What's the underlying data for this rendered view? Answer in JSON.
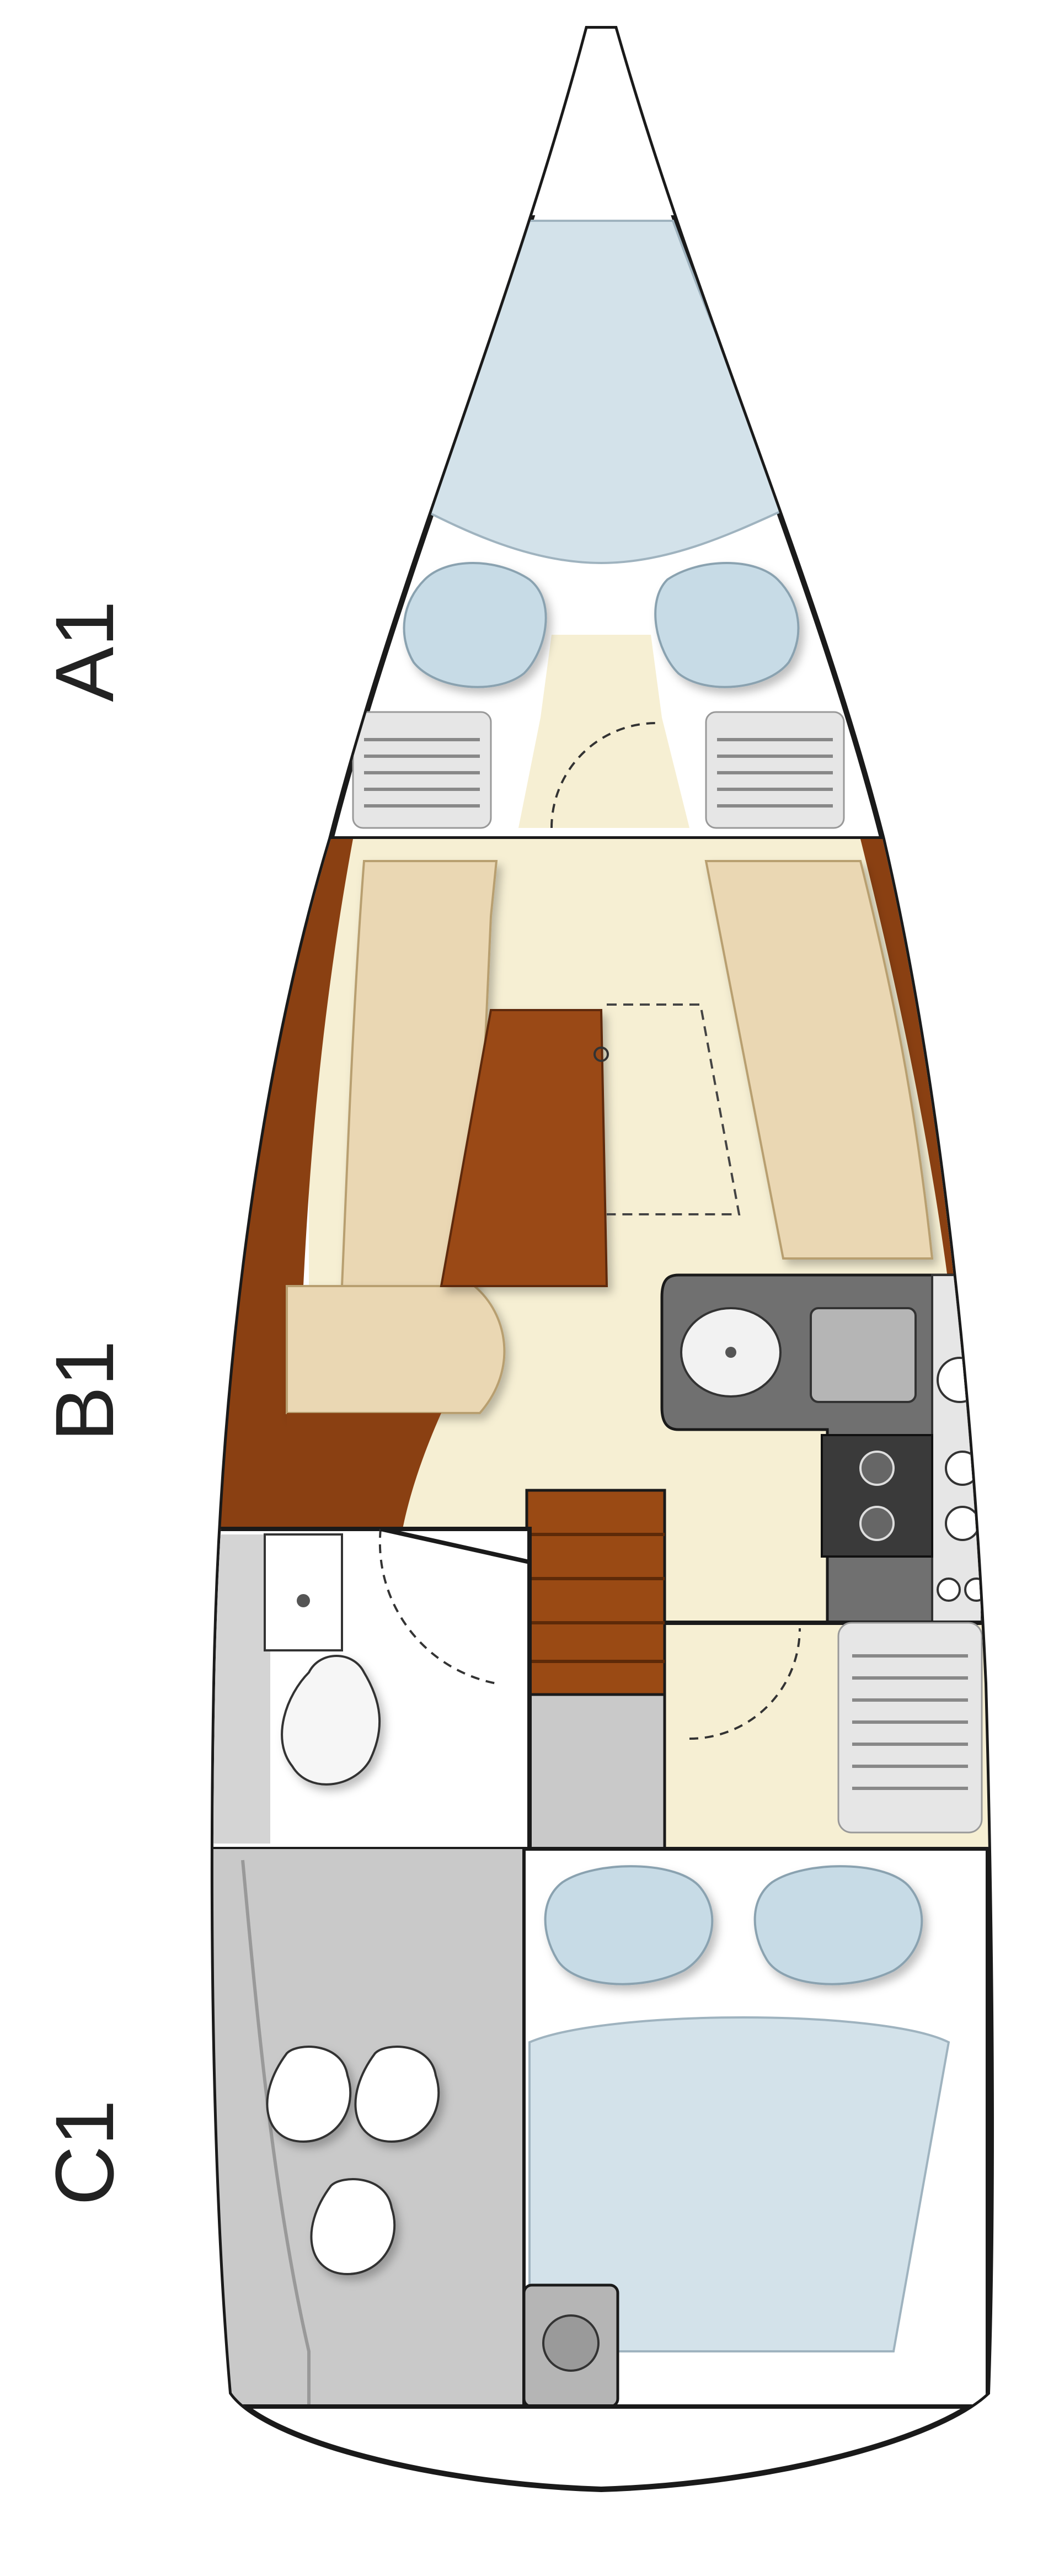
{
  "zones": [
    {
      "id": "A1",
      "label": "A1"
    },
    {
      "id": "B1",
      "label": "B1"
    },
    {
      "id": "C1",
      "label": "C1"
    }
  ],
  "colors": {
    "hull": "#ffffff",
    "outline": "#1a1a1a",
    "mattress": "#d3e2ea",
    "cushion": "#c7dbe6",
    "floor": "#f6efd3",
    "settee": "#ead7b3",
    "wood_dark": "#7a3a10",
    "wood": "#9a4a14",
    "galley": "#707070",
    "steel": "#e6e6e6",
    "locker": "#c9c9c9"
  },
  "icons": [
    "door-swing-icon",
    "sink-icon",
    "stove-icon",
    "toilet-icon",
    "fender-icon",
    "shelf-icon"
  ]
}
